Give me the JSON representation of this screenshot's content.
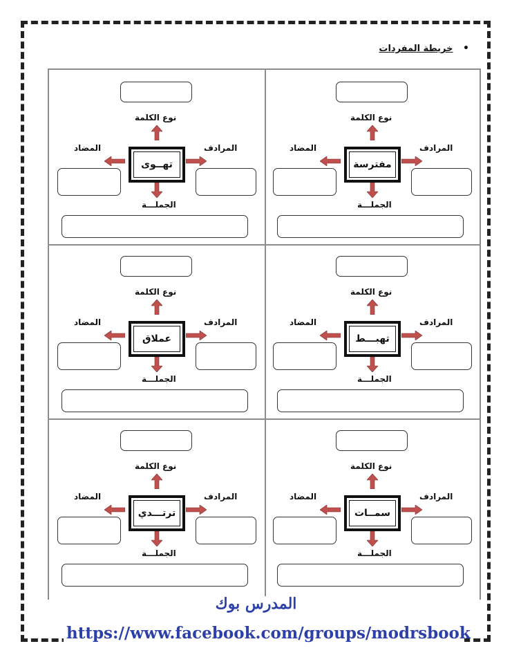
{
  "heading": {
    "bullet": "•",
    "title": "خريطة المفردات"
  },
  "labels": {
    "word_type": "نوع الكلمة",
    "synonym": "المرادف",
    "antonym": "المضاد",
    "sentence": "الجملـــة"
  },
  "cards": [
    {
      "word": "مفترسة"
    },
    {
      "word": "تهــوى"
    },
    {
      "word": "تهبـــط"
    },
    {
      "word": "عملاق"
    },
    {
      "word": "سمــات"
    },
    {
      "word": "ترتـــدي"
    }
  ],
  "footer": {
    "brand": "المدرس بوك",
    "url": "https://www.facebook.com/groups/modrsbook"
  },
  "colors": {
    "arrow": "#c0504d",
    "footer_text": "#2d3fa8",
    "grid": "#8c8c8c"
  }
}
